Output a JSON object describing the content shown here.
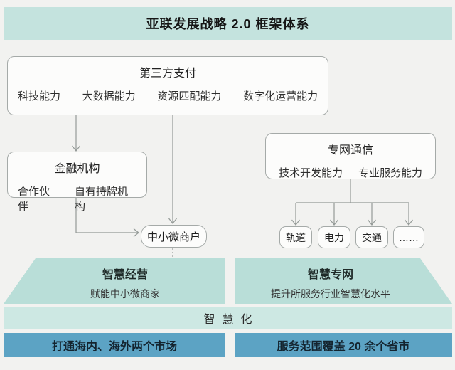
{
  "title": "亚联发展战略 2.0 框架体系",
  "colors": {
    "header_bg": "#c4e3de",
    "trapezoid_bg": "#b9ded8",
    "band_bg": "#cde8e3",
    "bottom_bar_bg": "#5ca3c4",
    "box_border": "#a5aaa8",
    "connector_line": "#949a97"
  },
  "boxes": {
    "third_party_payment": {
      "title": "第三方支付",
      "capabilities": [
        "科技能力",
        "大数据能力",
        "资源匹配能力",
        "数字化运营能力"
      ]
    },
    "financial_institution": {
      "title": "金融机构",
      "capabilities": [
        "合作伙伴",
        "自有持牌机构"
      ]
    },
    "sme_merchants": {
      "title": "中小微商户"
    },
    "private_network_comm": {
      "title": "专网通信",
      "capabilities": [
        "技术开发能力",
        "专业服务能力"
      ]
    },
    "industries": [
      "轨道",
      "电力",
      "交通",
      "……"
    ]
  },
  "trapezoids": [
    {
      "title": "智慧经营",
      "subtitle": "赋能中小微商家"
    },
    {
      "title": "智慧专网",
      "subtitle": "提升所服务行业智慧化水平"
    }
  ],
  "band": {
    "label": "智慧化"
  },
  "bottom_bars": [
    {
      "label": "打通海内、海外两个市场"
    },
    {
      "label": "服务范围覆盖 20 余个省市"
    }
  ]
}
